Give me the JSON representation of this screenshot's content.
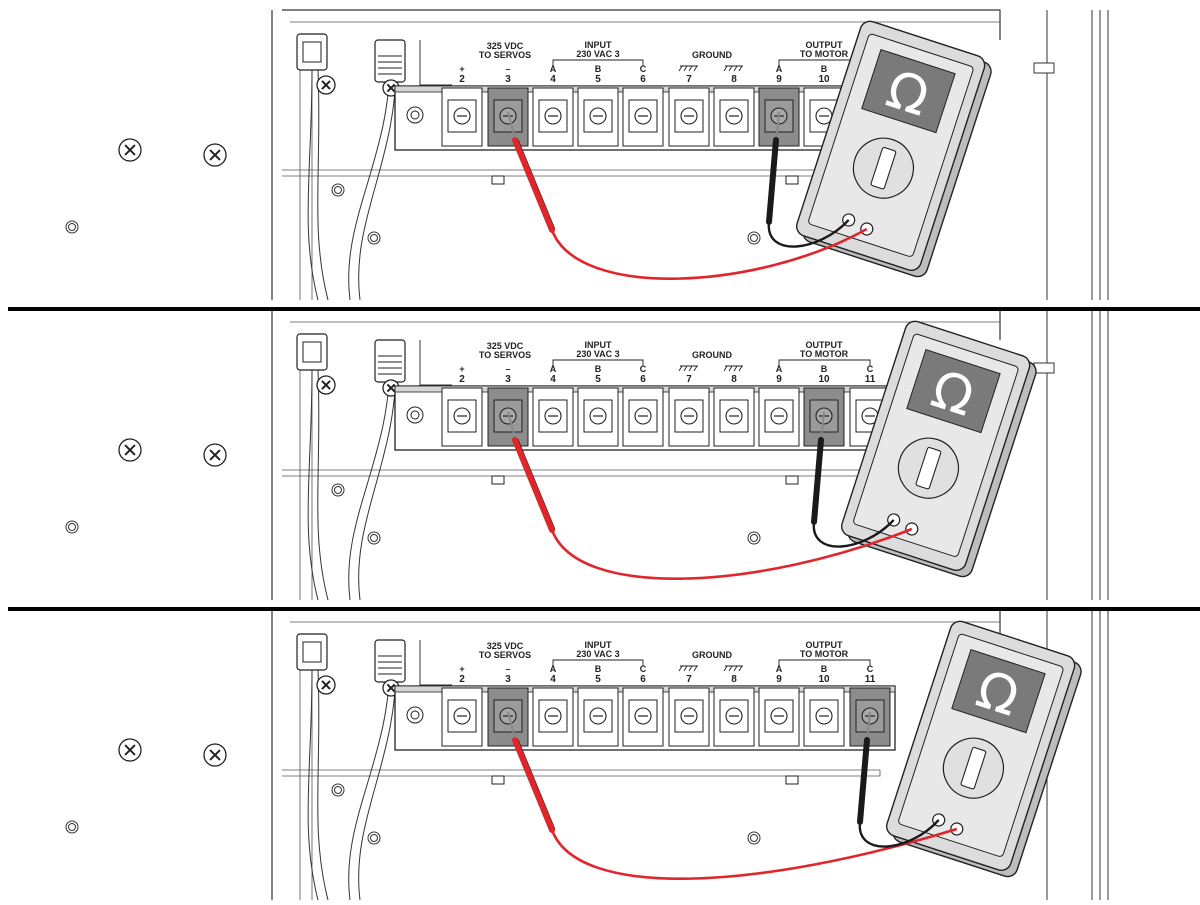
{
  "labels": {
    "servos_voltage": "325 VDC",
    "servos_text": "TO SERVOS",
    "input_title": "INPUT",
    "input_voltage": "230 VAC 3",
    "ground_title": "GROUND",
    "output_title": "OUTPUT",
    "output_text": "TO MOTOR"
  },
  "terminals": [
    {
      "num": "2",
      "sign": "+"
    },
    {
      "num": "3",
      "sign": "–"
    },
    {
      "num": "4",
      "sign": "A"
    },
    {
      "num": "5",
      "sign": "B"
    },
    {
      "num": "6",
      "sign": "C"
    },
    {
      "num": "7",
      "sign": "ground"
    },
    {
      "num": "8",
      "sign": "ground"
    },
    {
      "num": "9",
      "sign": "A"
    },
    {
      "num": "10",
      "sign": "B"
    },
    {
      "num": "11",
      "sign": "C"
    }
  ],
  "meter_symbol": "Ω",
  "panels": [
    {
      "red_probe_terminal": "3",
      "black_probe_terminal": "9"
    },
    {
      "red_probe_terminal": "3",
      "black_probe_terminal": "10"
    },
    {
      "red_probe_terminal": "3",
      "black_probe_terminal": "11"
    }
  ],
  "colors": {
    "red_lead": "#e0252b",
    "black_lead": "#1a1a1a",
    "highlight_terminal": "#8c8c8c",
    "meter_body": "#dcdcdc",
    "meter_display": "#7a7a7a"
  },
  "icons": [
    "screw-icon",
    "multimeter-icon",
    "probe-icon",
    "ground-symbol-icon"
  ]
}
